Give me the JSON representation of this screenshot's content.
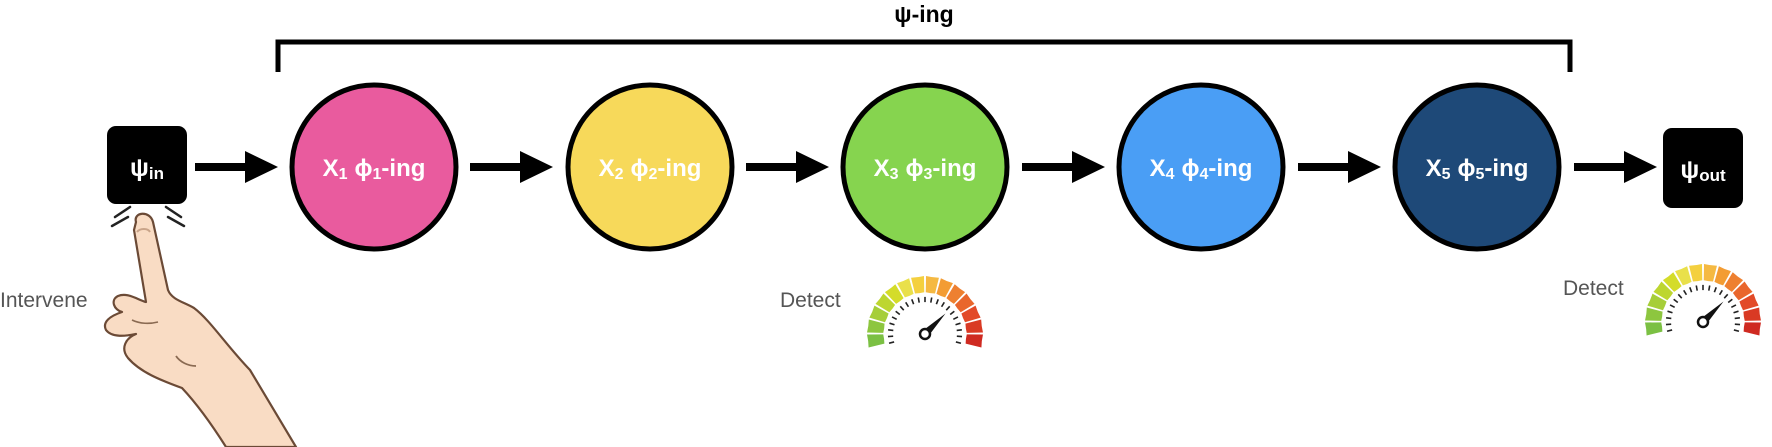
{
  "bracket_label": "ψ-ing",
  "input_box": {
    "symbol": "ψ",
    "subscript": "in"
  },
  "output_box": {
    "symbol": "ψ",
    "subscript": "out"
  },
  "nodes": [
    {
      "var": "X",
      "index": "1",
      "phi": "ϕ",
      "phi_index": "1",
      "suffix": "-ing",
      "color": "#E95B9E"
    },
    {
      "var": "X",
      "index": "2",
      "phi": "ϕ",
      "phi_index": "2",
      "suffix": "-ing",
      "color": "#F7D95A"
    },
    {
      "var": "X",
      "index": "3",
      "phi": "ϕ",
      "phi_index": "3",
      "suffix": "-ing",
      "color": "#86D44F"
    },
    {
      "var": "X",
      "index": "4",
      "phi": "ϕ",
      "phi_index": "4",
      "suffix": "-ing",
      "color": "#4A9EF5"
    },
    {
      "var": "X",
      "index": "5",
      "phi": "ϕ",
      "phi_index": "5",
      "suffix": "-ing",
      "color": "#1E4978"
    }
  ],
  "intervene_label": "Intervene",
  "detect_labels": [
    "Detect",
    "Detect"
  ],
  "icons": [
    "pointing-hand-icon",
    "gauge-icon",
    "gauge-icon"
  ]
}
